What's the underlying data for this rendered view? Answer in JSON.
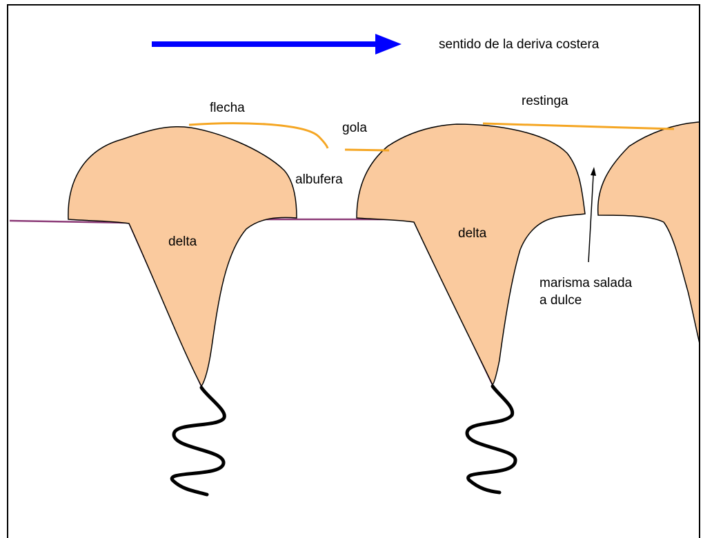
{
  "labels": {
    "drift_direction": "sentido de la deriva costera",
    "flecha": "flecha",
    "gola": "gola",
    "restinga": "restinga",
    "albufera": "albufera",
    "delta_left": "delta",
    "delta_middle": "delta",
    "marsh": "marisma salada\na dulce"
  },
  "colors": {
    "land_fill": "#FACA9E",
    "outline": "#000000",
    "coastline": "#8B3A77",
    "bar": "#F5A623",
    "drift_arrow": "#0000FF",
    "river": "#000000"
  },
  "icons": {
    "drift_arrow": "arrow-right-icon",
    "marsh_pointer": "arrow-up-icon"
  }
}
